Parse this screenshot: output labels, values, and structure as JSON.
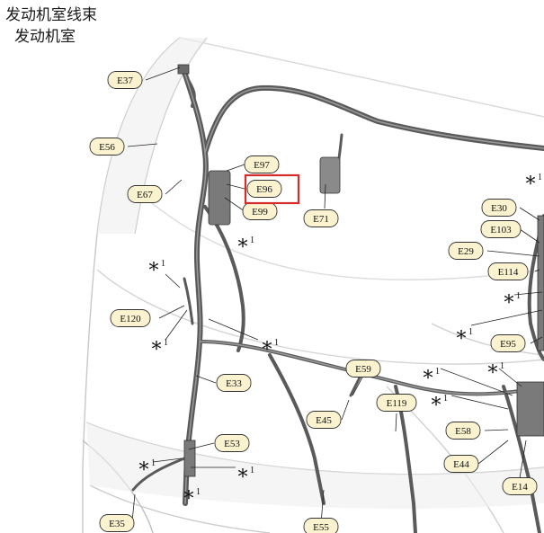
{
  "title": {
    "line1": "发动机室线束",
    "line2": "发动机室"
  },
  "colors": {
    "label_fill": "#fbf3d0",
    "label_stroke": "#333333",
    "harness": "#5a5a5a",
    "highlight": "#d62b2b",
    "body_outline": "#c8c8c8"
  },
  "connectors": [
    {
      "id": "E37"
    },
    {
      "id": "E56"
    },
    {
      "id": "E67"
    },
    {
      "id": "E97"
    },
    {
      "id": "E96",
      "highlighted": true
    },
    {
      "id": "E99"
    },
    {
      "id": "E71"
    },
    {
      "id": "E30"
    },
    {
      "id": "E103"
    },
    {
      "id": "E29"
    },
    {
      "id": "E114"
    },
    {
      "id": "E120"
    },
    {
      "id": "E95"
    },
    {
      "id": "E59"
    },
    {
      "id": "E33"
    },
    {
      "id": "E45"
    },
    {
      "id": "E119"
    },
    {
      "id": "E58"
    },
    {
      "id": "E53"
    },
    {
      "id": "E44"
    },
    {
      "id": "E14"
    },
    {
      "id": "E35"
    },
    {
      "id": "E55"
    }
  ],
  "note_mark": {
    "star": "*",
    "sup": "1"
  }
}
